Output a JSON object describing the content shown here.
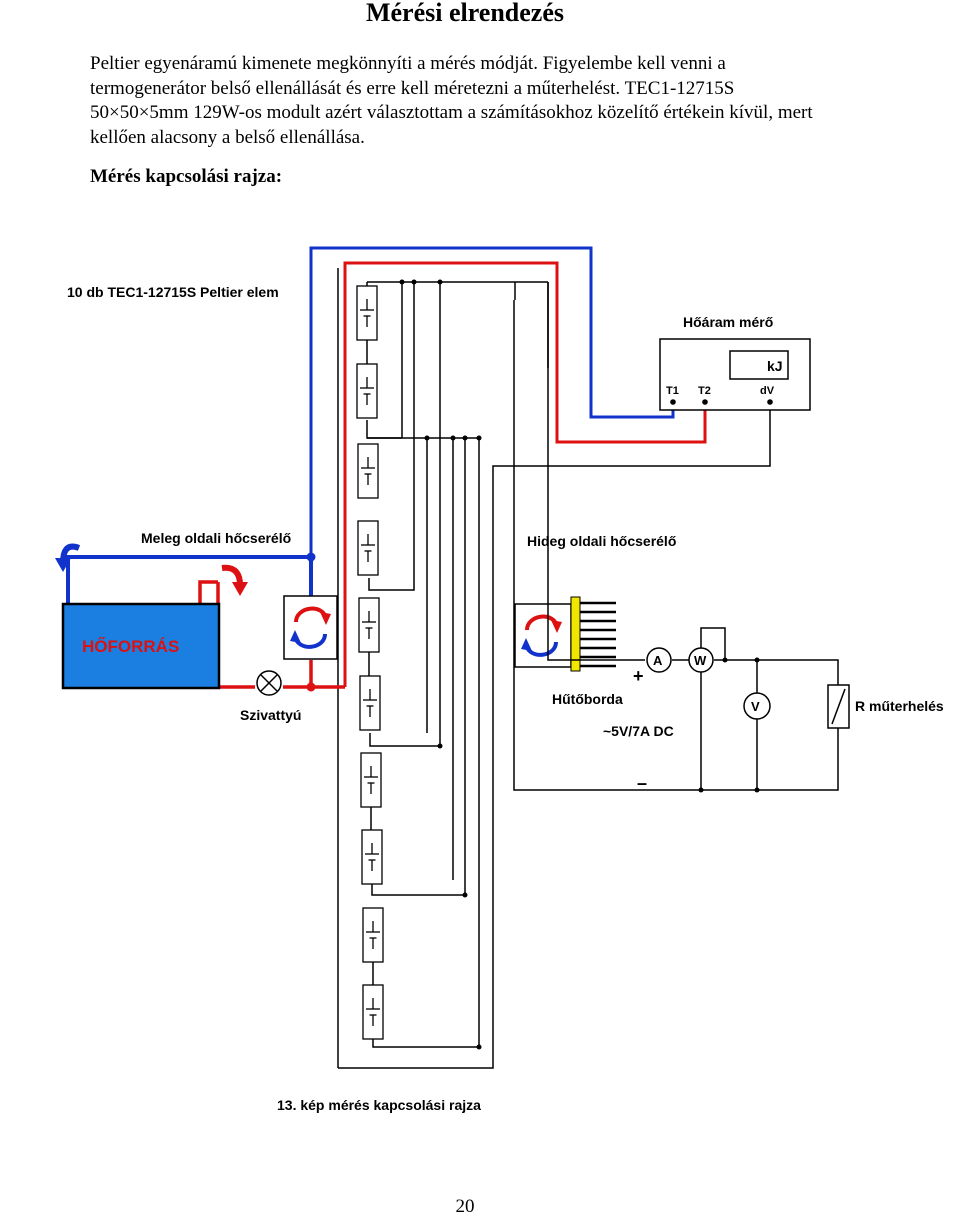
{
  "title": "Mérési elrendezés",
  "intro": "Peltier egyenáramú kimenete megkönnyíti a mérés módját. Figyelembe kell venni a termogenerátor belső ellenállását és erre kell méretezni a műterhelést. TEC1-12715S 50×50×5mm 129W-os modult azért választottam a számításokhoz közelítő értékein kívül, mert kellően alacsony a belső ellenállása.",
  "subheading": "Mérés kapcsolási rajza:",
  "diagram": {
    "peltier_label": "10 db TEC1-12715S Peltier elem",
    "heat_meter": {
      "title": "Hőáram mérő",
      "unit": "kJ",
      "t1": "T1",
      "t2": "T2",
      "dv": "dV"
    },
    "warm_side": "Meleg oldali hőcserélő",
    "cold_side": "Hideg oldali hőcserélő",
    "heat_source": "HŐFORRÁS",
    "pump": "Szivattyú",
    "heatsink": "Hűtőborda",
    "supply": "~5V/7A DC",
    "plus": "+",
    "minus": "–",
    "ammeter": "A",
    "wattmeter": "W",
    "voltmeter": "V",
    "load": "R műterhelés",
    "caption": "13. kép mérés kapcsolási rajza"
  },
  "page_number": "20",
  "colors": {
    "hot": "#dd1111",
    "cold": "#1133cc",
    "source_fill": "#1a7fe0",
    "heatsink": "#f2e600"
  }
}
